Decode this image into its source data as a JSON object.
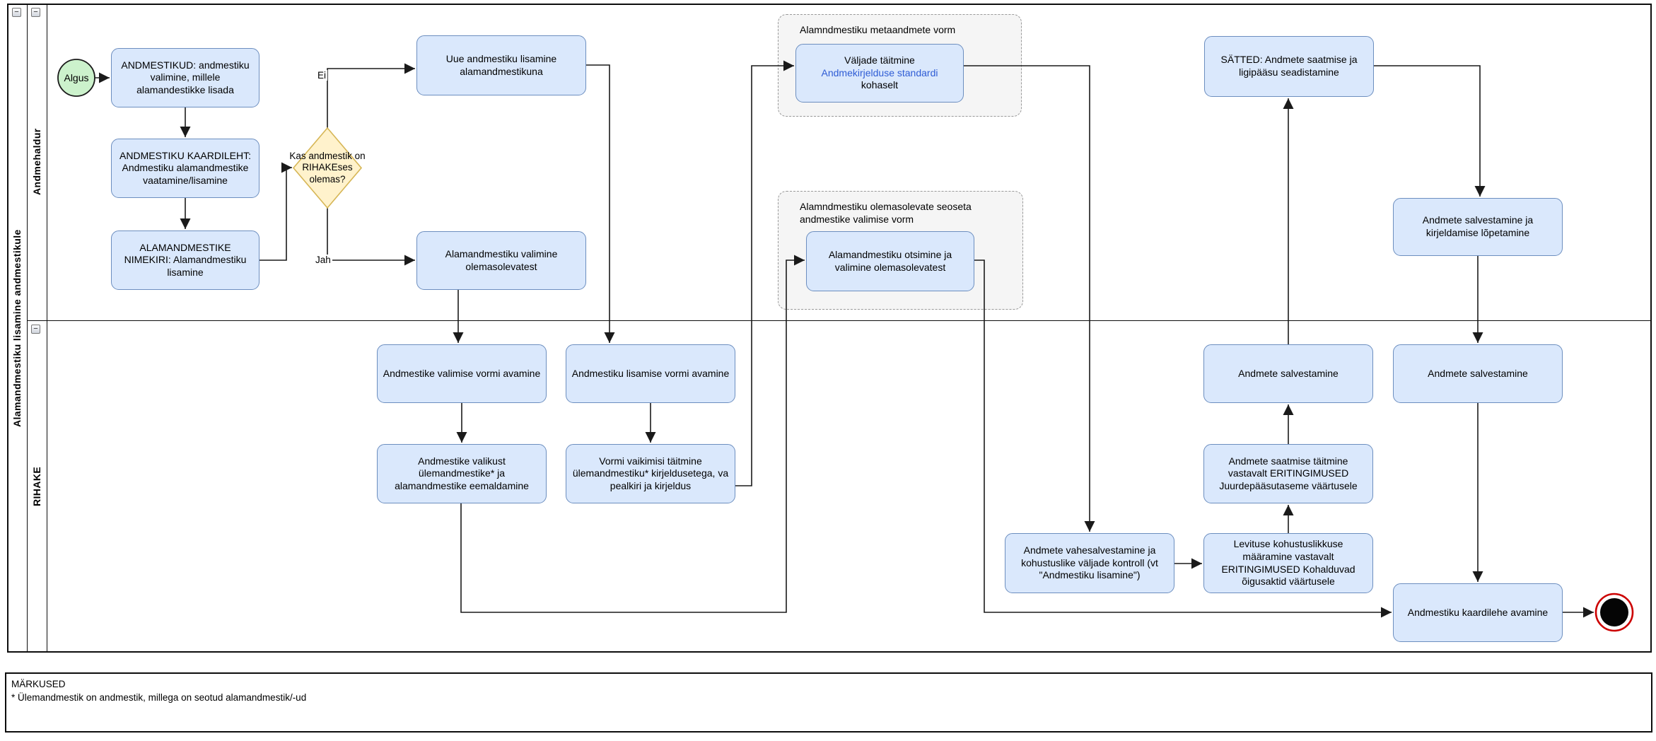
{
  "pool": {
    "title": "Alamandmestiku lisamine andmestikule",
    "lanes": [
      {
        "label": "Andmehaldur"
      },
      {
        "label": "RIHAKE"
      }
    ]
  },
  "ui": {
    "collapse_glyph": "−"
  },
  "nodes": {
    "start": {
      "label": "Algus"
    },
    "t_andmestikud": {
      "label": "ANDMESTIKUD: andmestiku valimine, millele alamandestikke lisada"
    },
    "t_kaardileht": {
      "label": "ANDMESTIKU KAARDILEHT: Andmestiku alamandmestike vaatamine/lisamine"
    },
    "t_nimekiri": {
      "label": "ALAMANDMESTIKE NIMEKIRI: Alamandmestiku lisamine"
    },
    "gw_rihakes": {
      "label": "Kas andmestik on RIHAKEses olemas?"
    },
    "t_uue_lisamine": {
      "label": "Uue andmestiku lisamine alamandmestikuna"
    },
    "t_valimine_olemas": {
      "label": "Alamandmestiku valimine olemasolevatest"
    },
    "task_valjade": {
      "line1": "Väljade täitmine",
      "link": "Andmekirjelduse standardi",
      "line3": "kohaselt"
    },
    "task_otsimine": {
      "label": "Alamandmestiku otsimine ja valimine olemasolevatest"
    },
    "t_satted": {
      "label": "SÄTTED: Andmete saatmise ja ligipääsu seadistamine"
    },
    "t_salv_lopetamine": {
      "label": "Andmete salvestamine ja kirjeldamise lõpetamine"
    },
    "t_valimise_vorm": {
      "label": "Andmestike valimise vormi avamine"
    },
    "t_lisamise_vorm": {
      "label": "Andmestiku lisamise vormi avamine"
    },
    "t_eemaldamine": {
      "label": "Andmestike valikust ülemandmestike* ja alamandmestike eemaldamine"
    },
    "t_vaikimisi": {
      "label": "Vormi vaikimisi täitmine ülemandmestiku* kirjeldusetega, va pealkiri ja kirjeldus"
    },
    "t_vahesalvestamine": {
      "label": "Andmete vahesalvestamine ja kohustuslike väljade kontroll (vt \"Andmestiku lisamine\")"
    },
    "t_levituse": {
      "label": "Levituse kohustuslikkuse määramine vastavalt ERITINGIMUSED Kohalduvad õigusaktid väärtusele"
    },
    "t_saatmise": {
      "label": "Andmete saatmise täitmine vastavalt ERITINGIMUSED Juurdepääsutaseme väärtusele"
    },
    "t_salvestamine1": {
      "label": "Andmete salvestamine"
    },
    "t_salvestamine2": {
      "label": "Andmete salvestamine"
    },
    "t_kaardilehe_avamine": {
      "label": "Andmestiku kaardilehe avamine"
    }
  },
  "groups": {
    "metaandmete": {
      "title": "Alamndmestiku metaandmete vorm"
    },
    "seoseta": {
      "title": "Alamndmestiku olemasolevate seoseta andmestike valimise vorm"
    }
  },
  "edge_labels": {
    "no": "Ei",
    "yes": "Jah"
  },
  "notes": {
    "title": "MÄRKUSED",
    "body": "* Ülemandmestik on andmestik, millega on seotud alamandmestik/-ud"
  },
  "colors": {
    "task_fill": "#dae8fc",
    "task_border": "#6c8ebf",
    "gateway_fill": "#fff2cc",
    "gateway_border": "#d6b656",
    "start_fill": "#ccf2cc",
    "group_fill": "#f5f5f5",
    "group_border": "#999999",
    "link": "#2e5cd5",
    "end_ring": "#cc0000",
    "edge": "#1a1a1a"
  }
}
